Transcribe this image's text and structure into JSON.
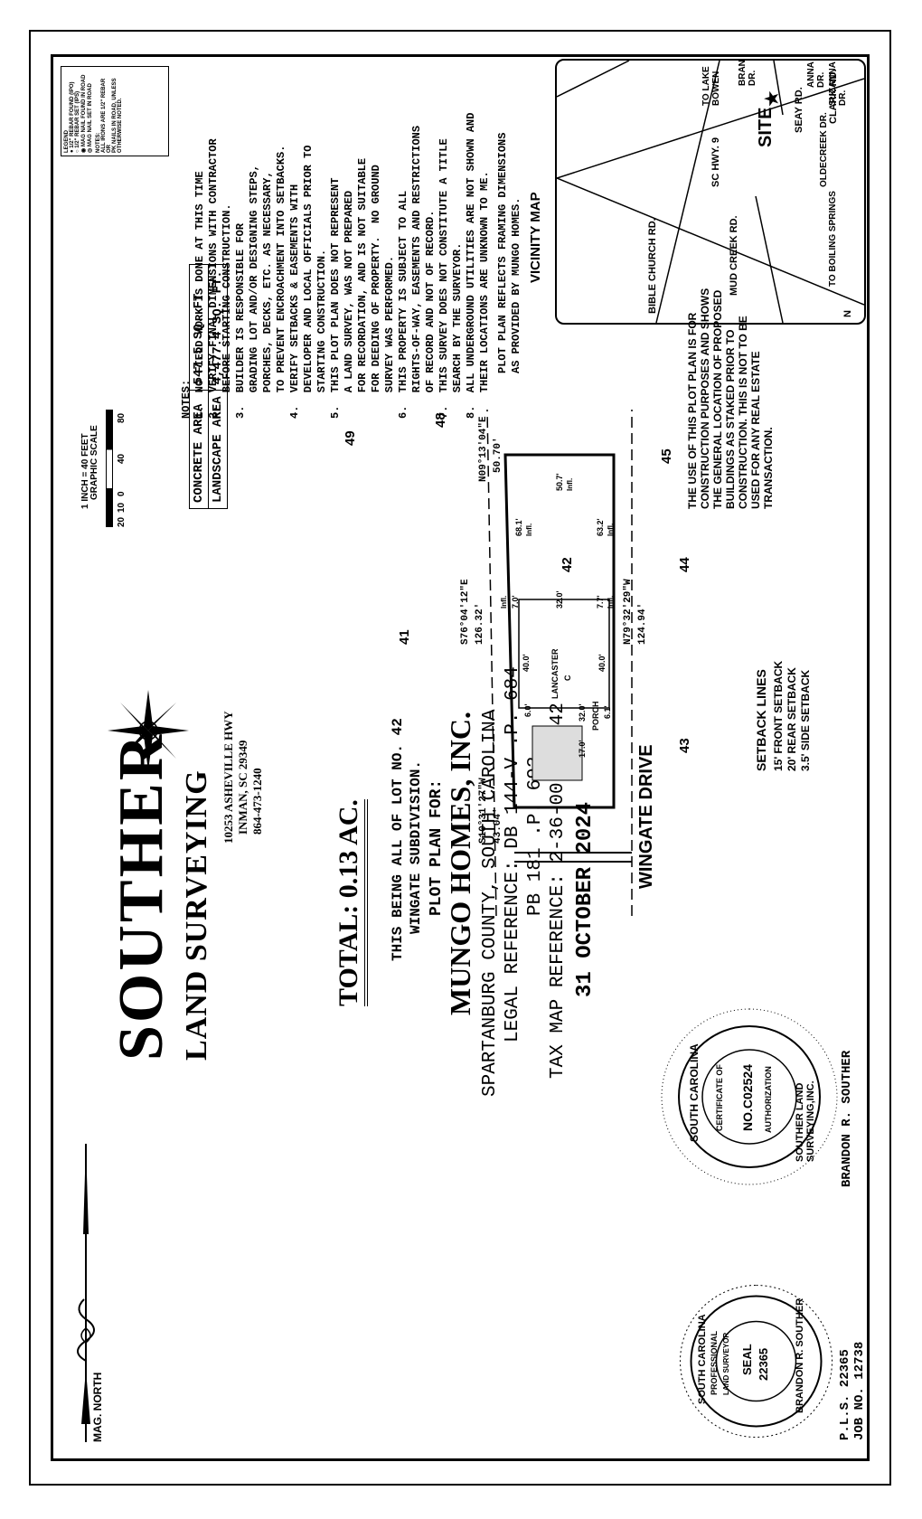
{
  "company": {
    "name": "SOUTHER",
    "subtitle": "LAND SURVEYING",
    "address1": "10253 ASHEVILLE HWY",
    "address2": "INMAN, SC 29349",
    "phone": "864-473-1240"
  },
  "total": "TOTAL: 0.13 AC.",
  "lot_desc": [
    "THIS BEING ALL OF LOT NO. 42",
    "WINGATE SUBDIVISION."
  ],
  "plot_plan_for": "PLOT PLAN FOR:",
  "client": "MUNGO HOMES, INC.",
  "county": "SPARTANBURG COUNTY, SOUTH CAROLINA",
  "legal_ref": "LEGAL REFERENCE: DB 144-V .P. 684",
  "pb_ref": "PB 181 .P. 692",
  "tax_ref": "TAX MAP REFERENCE: 2-36-00-087.42",
  "date": "31 OCTOBER 2024",
  "surveyor": "BRANDON R. SOUTHER",
  "pls": "P.L.S. 22365",
  "job": "JOB NO. 12738",
  "mag_north": "MAG. NORTH",
  "setback": {
    "title": "SETBACK LINES",
    "lines": [
      "15' FRONT SETBACK",
      "20' REAR SETBACK",
      "3.5' SIDE SETBACK"
    ]
  },
  "disclaimer": [
    "THE USE OF THIS PLOT PLAN IS FOR",
    "CONSTRUCTION PURPOSES AND SHOWS",
    "THE GENERAL LOCATION OF PROPOSED",
    "BUILDINGS AS STAKED PRIOR TO",
    "CONSTRUCTION. THIS IS NOT TO BE",
    "USED FOR ANY REAL ESTATE",
    "TRANSACTION."
  ],
  "vicinity": {
    "title": "VICINITY MAP",
    "roads": {
      "brannon": "BRANNON DR.",
      "to_lake_bowen": "TO LAKE BOWEN",
      "sc_hwy": "SC HWY. 9",
      "mud_creek": "MUD CREEK RD.",
      "anna": "ANNA DR.",
      "suzanna": "SUZANNA DR.",
      "clark": "CLARK RD.",
      "seay": "SEAY RD.",
      "site": "SITE",
      "bible_church": "BIBLE CHURCH RD.",
      "olde_creek": "OLDECREEK DR.",
      "to_boiling_springs": "TO BOILING SPRINGS",
      "north": "N"
    }
  },
  "plot_plan_note": [
    "PLOT PLAN REFLECTS FRAMING DIMENSIONS",
    "AS PROVIDED BY MUNGO HOMES."
  ],
  "notes_title": "NOTES:",
  "notes": [
    "1.  NO FIELD WORK IS DONE AT THIS TIME",
    "2.  VERIFY FINAL DIMENSIONS WITH CONTRACTOR",
    "    BEFORE STARTING CONSTRUCTION.",
    "3.  BUILDER IS RESPONSIBLE FOR",
    "    GRADING LOT AND/OR DESIGNING STEPS,",
    "    PORCHES, DECKS, ETC. AS NECESSARY,",
    "    TO PREVENT ENCROACHMENT INTO SETBACKS.",
    "4.  VERIFY SETBACKS & EASEMENTS WITH",
    "    DEVELOPER AND LOCAL OFFICIALS PRIOR TO",
    "    STARTING CONSTRUCTION.",
    "5.  THIS PLOT PLAN DOES NOT REPRESENT",
    "    A LAND SURVEY, WAS NOT PREPARED",
    "    FOR RECORDATION, AND IS NOT SUITABLE",
    "    FOR DEEDING OF PROPERTY.  NO GROUND",
    "    SURVEY WAS PERFORMED.",
    "6.  THIS PROPERTY IS SUBJECT TO ALL",
    "    RIGHTS-OF-WAY, EASEMENTS AND RESTRICTIONS",
    "    OF RECORD AND NOT OF RECORD.",
    "7.  THIS SURVEY DOES NOT CONSTITUTE A TITLE",
    "    SEARCH BY THE SURVEYOR.",
    "8.  ALL UNDERGROUND UTILITIES ARE NOT SHOWN AND",
    "    THEIR LOCATIONS ARE UNKNOWN TO ME."
  ],
  "legend": {
    "title": "LEGEND",
    "items": [
      "1/2\" REBAR FOUND (IPO)",
      "1/2\" REBAR SET (IPS)",
      "MAG NAIL FOUND IN ROAD",
      "MAG NAIL SET IN ROAD"
    ],
    "notes_title": "NOTES:",
    "notes": [
      "ALL IRONS ARE 1/2\" REBAR OR",
      "PK NAILS IN ROAD, UNLESS",
      "OTHERWISE NOTED."
    ]
  },
  "areas": [
    {
      "label": "CONCRETE AREA",
      "value": "547.5 SQ. FT."
    },
    {
      "label": "LANDSCAPE AREA",
      "value": "4,477.4 SQ. FT."
    }
  ],
  "scale": {
    "title": "GRAPHIC SCALE",
    "ticks": [
      "20",
      "10",
      "0",
      "40",
      "80"
    ],
    "note": "1 INCH = 40 FEET"
  },
  "plat": {
    "street": "WINGATE DRIVE",
    "bearings": {
      "rear": "N09°13'04\"E",
      "rear_dist": "50.70'",
      "right": "S76°04'12\"E",
      "right_dist": "126.32'",
      "left": "N79°32'29\"W",
      "left_dist": "124.94'",
      "front": "S10°31'27\"W",
      "front_dist": "43.04'"
    },
    "lots": [
      "48",
      "49",
      "45",
      "42",
      "44",
      "41",
      "43"
    ],
    "dims": {
      "rear_setback_w": "50.7'",
      "rear_infl": "Infl.",
      "left_sb": "63.2'",
      "left_sb_infl": "Infl.",
      "right_sb": "68.1'",
      "right_sb_infl": "Infl.",
      "left_side": "7.7'",
      "left_side_infl": "Infl.",
      "right_side": "7.0'",
      "right_side_infl": "Infl.",
      "house_w": "32.0'",
      "house_d1": "40.0'",
      "house_d2": "40.0'",
      "house_name": "LANCASTER",
      "house_elev": "C",
      "porch": "PORCH",
      "porch_w": "32.0'",
      "porch_l": "6.1'",
      "porch_r": "6.0'",
      "drive": "17.0'"
    }
  },
  "seal1": {
    "top": "SOUTH CAROLINA",
    "cert": "CERTIFICATE OF",
    "auth": "AUTHORIZATION",
    "num": "NO.C02524",
    "bottom": "SOUTHER LAND SURVEYING,INC."
  },
  "seal2": {
    "top": "SOUTH CAROLINA",
    "prof": "PROFESSIONAL",
    "land": "LAND SURVEYOR",
    "seal": "SEAL",
    "num": "22365",
    "name": "BRANDON R. SOUTHER"
  }
}
